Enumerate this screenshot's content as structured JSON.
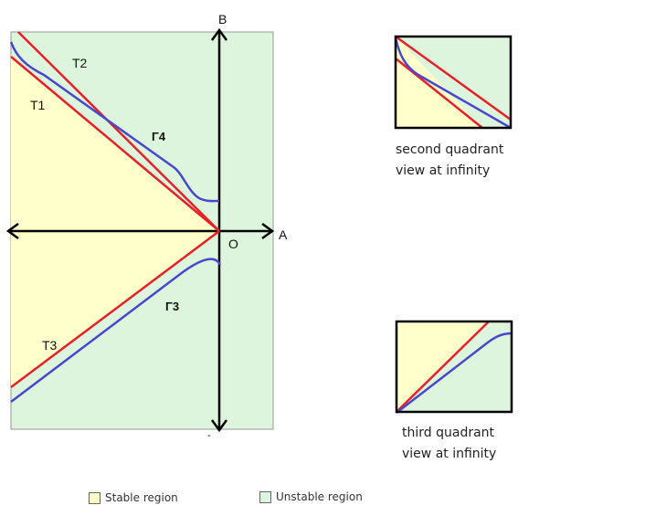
{
  "colors": {
    "stable": "#FFFFCC",
    "unstable": "#DDF5DD",
    "red_line": "#E8202A",
    "blue_curve": "#4848CC",
    "axis": "#000000",
    "frame": "#000000"
  },
  "main": {
    "labels": {
      "b_axis": "B",
      "a_axis": "A",
      "origin": "O",
      "t2": "T2",
      "t1": "T1",
      "gamma4": "Γ4",
      "gamma3": "Γ3",
      "t3": "T3",
      "bottom_tick": "-"
    }
  },
  "insets": {
    "second_quadrant": {
      "caption_line1": "second quadrant",
      "caption_line2": "view at infinity"
    },
    "third_quadrant": {
      "caption_line1": "third quadrant",
      "caption_line2": "view at infinity"
    }
  },
  "legend": {
    "stable_label": "Stable region",
    "unstable_label": "Unstable region"
  }
}
